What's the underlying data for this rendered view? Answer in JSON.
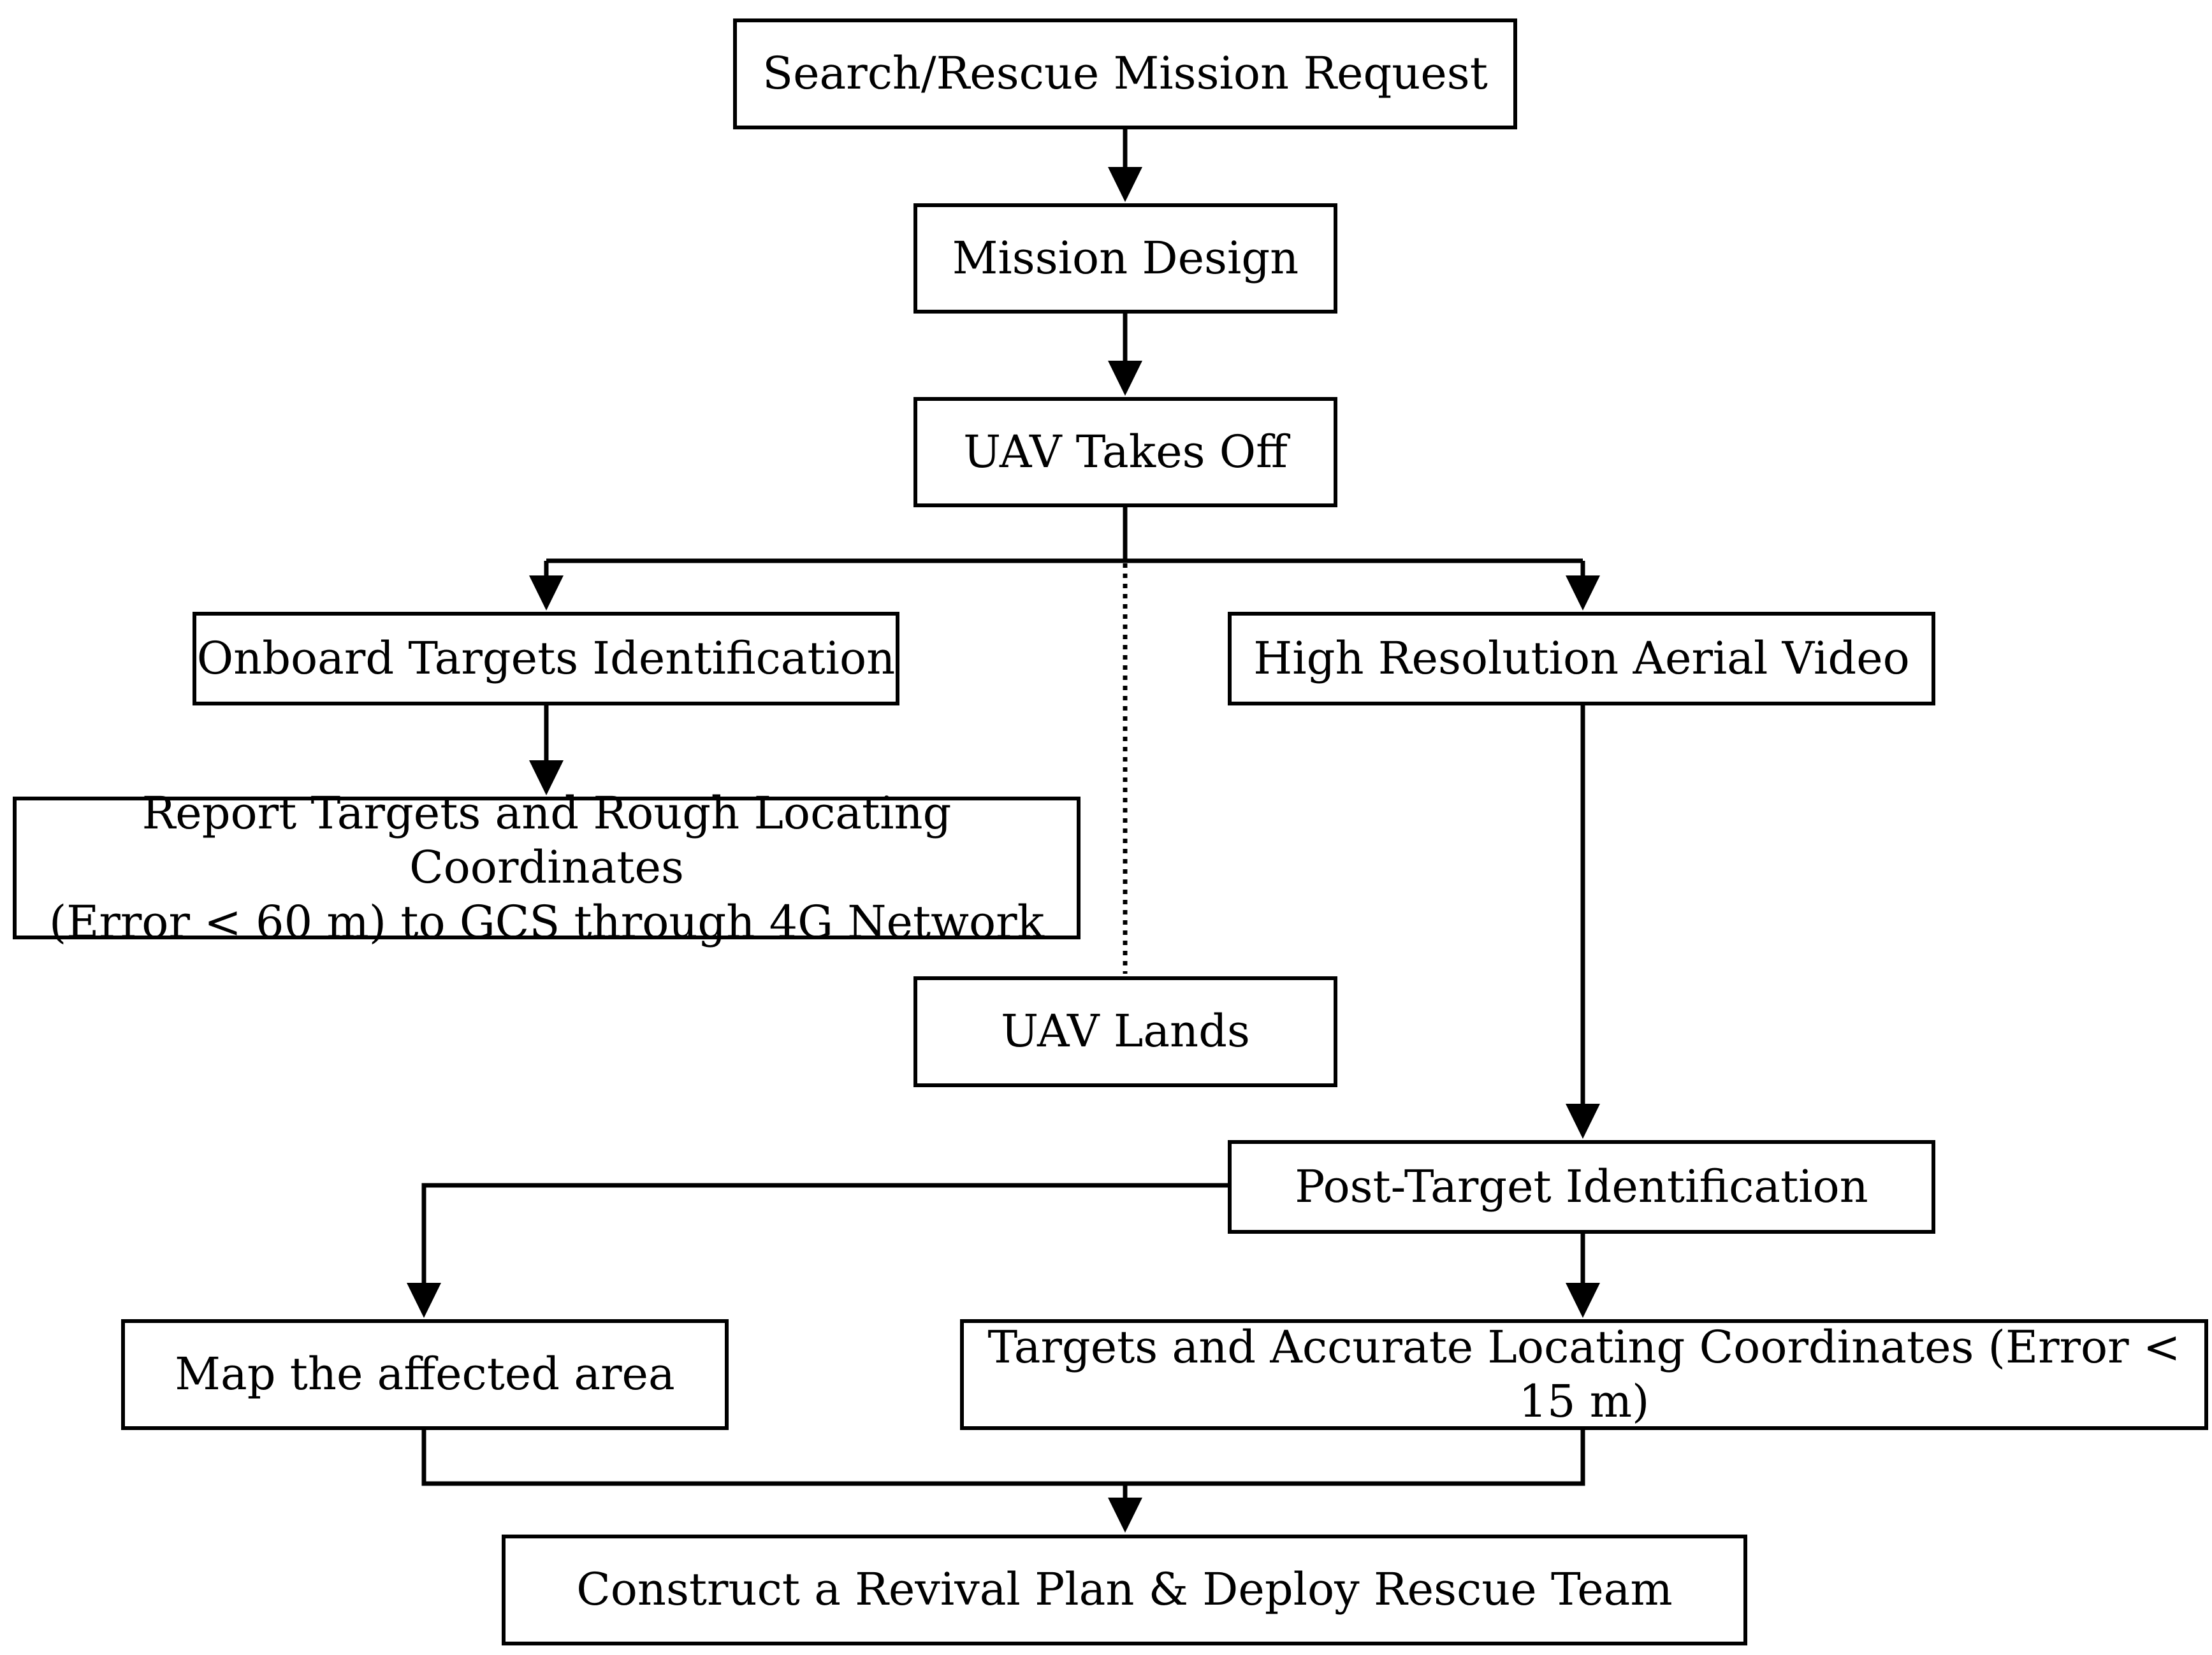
{
  "nodes": {
    "request": "Search/Rescue Mission Request",
    "design": "Mission Design",
    "takeoff": "UAV Takes Off",
    "onboard": "Onboard Targets Identification",
    "video": "High Resolution Aerial Video",
    "report_line1": "Report Targets and Rough Locating Coordinates",
    "report_line2": "(Error < 60 m) to GCS through 4G Network",
    "lands": "UAV Lands",
    "post": "Post-Target Identification",
    "map": "Map the affected area",
    "targets": "Targets and Accurate Locating Coordinates (Error < 15 m)",
    "plan": "Construct a Revival Plan & Deploy Rescue Team"
  },
  "edges": [
    {
      "from": "request",
      "to": "design",
      "style": "solid"
    },
    {
      "from": "design",
      "to": "takeoff",
      "style": "solid"
    },
    {
      "from": "takeoff",
      "to": "onboard",
      "style": "solid"
    },
    {
      "from": "takeoff",
      "to": "video",
      "style": "solid"
    },
    {
      "from": "takeoff",
      "to": "lands",
      "style": "dotted"
    },
    {
      "from": "onboard",
      "to": "report",
      "style": "solid"
    },
    {
      "from": "video",
      "to": "post",
      "style": "solid"
    },
    {
      "from": "post",
      "to": "map",
      "style": "solid"
    },
    {
      "from": "post",
      "to": "targets",
      "style": "solid"
    },
    {
      "from": "map",
      "to": "plan",
      "style": "solid"
    },
    {
      "from": "targets",
      "to": "plan",
      "style": "solid"
    }
  ]
}
